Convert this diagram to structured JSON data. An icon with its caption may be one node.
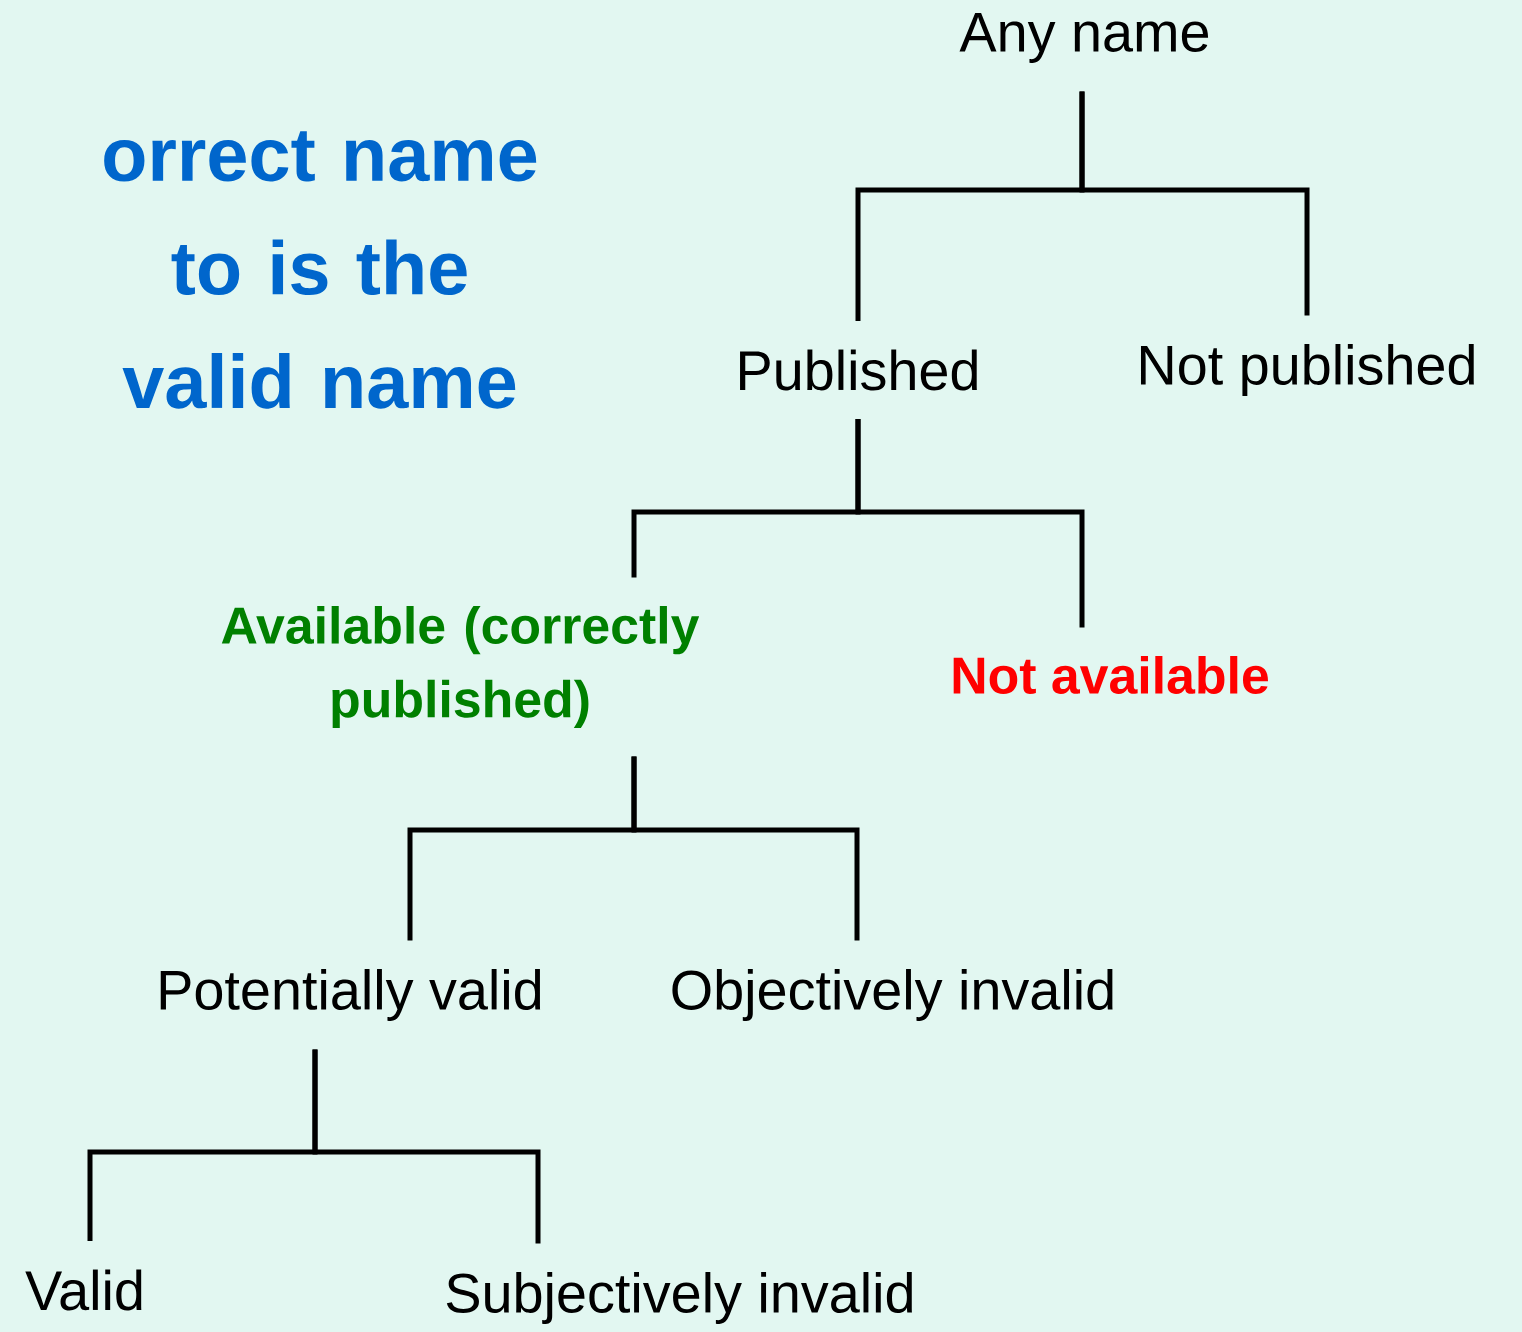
{
  "diagram": {
    "nodes": [
      {
        "text": [
          "Any name"
        ]
      },
      {
        "text": [
          "Published"
        ]
      },
      {
        "text": [
          "Not published"
        ]
      },
      {
        "text": [
          "Available (correctly published)"
        ]
      },
      {
        "text": [
          "Not available"
        ]
      },
      {
        "text": [
          "Potentially valid"
        ]
      },
      {
        "text": [
          "Objectively invalid"
        ]
      },
      {
        "text": [
          "Valid"
        ]
      },
      {
        "text": [
          "Subjectively invalid"
        ]
      }
    ],
    "edges": [
      {
        "from": 0,
        "to": 1,
        "arrow": "none"
      },
      {
        "from": 0,
        "to": 2,
        "arrow": "none"
      },
      {
        "from": 1,
        "to": 3,
        "arrow": "none"
      },
      {
        "from": 1,
        "to": 4,
        "arrow": "none"
      },
      {
        "from": 3,
        "to": 5,
        "arrow": "none"
      },
      {
        "from": 3,
        "to": 6,
        "arrow": "none"
      },
      {
        "from": 5,
        "to": 7,
        "arrow": "none"
      },
      {
        "from": 5,
        "to": 8,
        "arrow": "none"
      }
    ],
    "labels": [
      "orrect name to is the valid name"
    ]
  }
}
